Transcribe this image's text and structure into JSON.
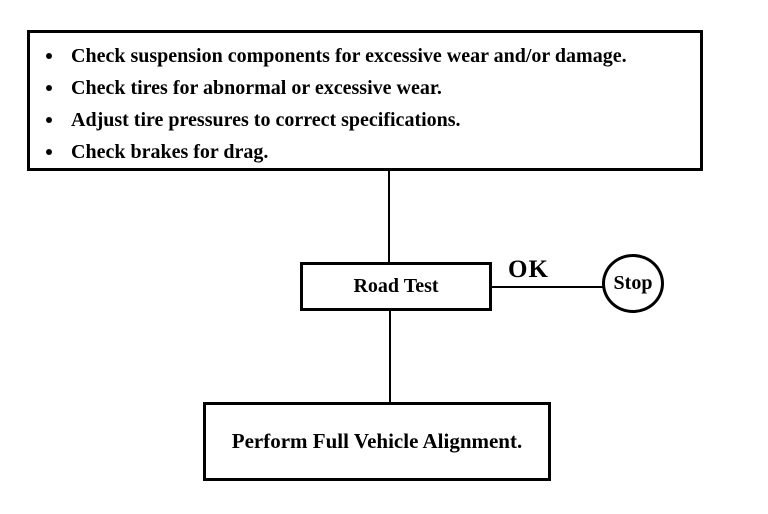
{
  "diagram": {
    "checklist": {
      "items": [
        "Check suspension components for excessive wear and/or damage.",
        "Check tires for abnormal or excessive wear.",
        "Adjust tire pressures to correct specifications.",
        "Check brakes for drag."
      ]
    },
    "road_test": {
      "label": "Road Test"
    },
    "ok_branch": {
      "label": "OK"
    },
    "stop": {
      "label": "Stop"
    },
    "alignment": {
      "label": "Perform Full Vehicle Alignment."
    },
    "colors": {
      "line": "#000000",
      "background": "#ffffff"
    }
  }
}
